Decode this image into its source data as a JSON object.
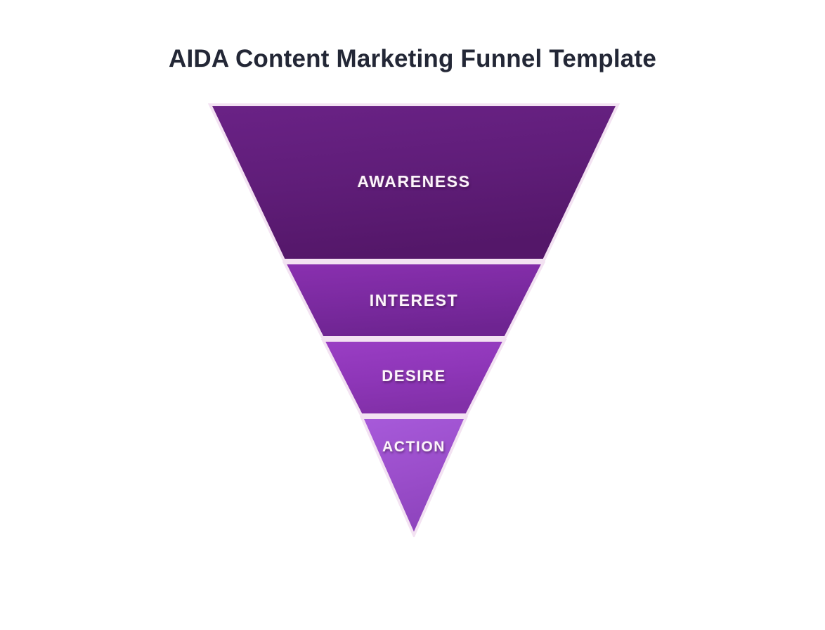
{
  "page": {
    "background_color": "#ffffff",
    "title": "AIDA Content Marketing Funnel Template",
    "title_color": "#232736"
  },
  "chart_data": {
    "type": "funnel",
    "title": "AIDA Content Marketing Funnel Template",
    "orientation": "inverted-triangle-top-down",
    "label_color": "#fdf4fb",
    "segment_border_color": "#f3e2f2",
    "stages": [
      {
        "label": "AWARENESS",
        "order": 1,
        "color": "#5f1d78",
        "color_dark": "#54176a",
        "color_light": "#6a2286",
        "relative_width_top": 1.0,
        "relative_width_bottom": 0.64,
        "band_height_ratio": 0.36
      },
      {
        "label": "INTEREST",
        "order": 2,
        "color": "#7b2aa0",
        "color_dark": "#6e2491",
        "color_light": "#8a30b0",
        "relative_width_top": 0.64,
        "relative_width_bottom": 0.45,
        "band_height_ratio": 0.18
      },
      {
        "label": "DESIRE",
        "order": 3,
        "color": "#8e36b8",
        "color_dark": "#8230a8",
        "color_light": "#9a3ec4",
        "relative_width_top": 0.45,
        "relative_width_bottom": 0.29,
        "band_height_ratio": 0.18
      },
      {
        "label": "ACTION",
        "order": 4,
        "color": "#9b4ecb",
        "color_dark": "#8e44bd",
        "color_light": "#a75ada",
        "relative_width_top": 0.29,
        "relative_width_bottom": 0.0,
        "band_height_ratio": 0.28
      }
    ],
    "xlabel": "",
    "ylabel": "",
    "legend": false,
    "grid": false
  }
}
